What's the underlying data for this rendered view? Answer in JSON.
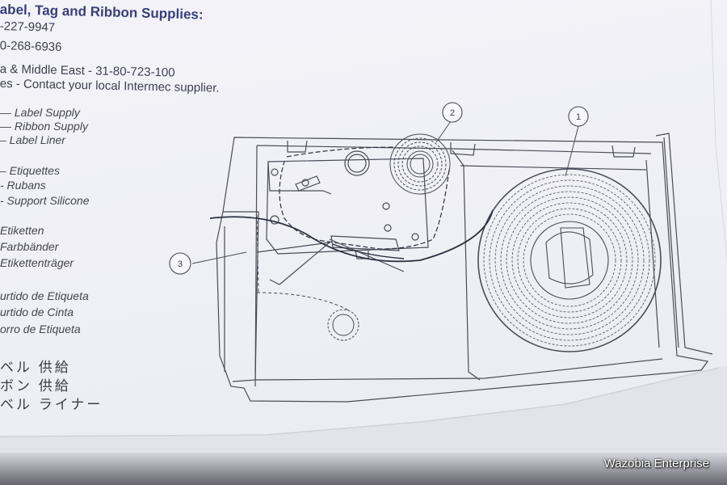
{
  "header": {
    "title": "abel, Tag and Ribbon Supplies:",
    "lines": [
      "-227-9947",
      "0-268-6936",
      "a & Middle East - 31-80-723-100",
      "es - Contact your local Intermec supplier."
    ]
  },
  "legend_groups": [
    {
      "items": [
        "— Label Supply",
        "— Ribbon Supply",
        "– Label Liner"
      ]
    },
    {
      "items": [
        "– Etiquettes",
        "- Rubans",
        "- Support Silicone"
      ]
    },
    {
      "items": [
        "Etiketten",
        "Farbbänder",
        "Etikettenträger"
      ]
    },
    {
      "items": [
        "urtido de Etiqueta",
        "urtido de Cinta",
        "orro de Etiqueta"
      ]
    },
    {
      "items": [
        "ベル 供給",
        "ボン 供給",
        "ベル ライナー"
      ]
    }
  ],
  "callouts": [
    "1",
    "2",
    "3"
  ],
  "watermark": "Wazobia Enterprise",
  "colors": {
    "ink": "#3f4150",
    "title": "#3a3f7a",
    "paper": "#f1f1f7"
  }
}
